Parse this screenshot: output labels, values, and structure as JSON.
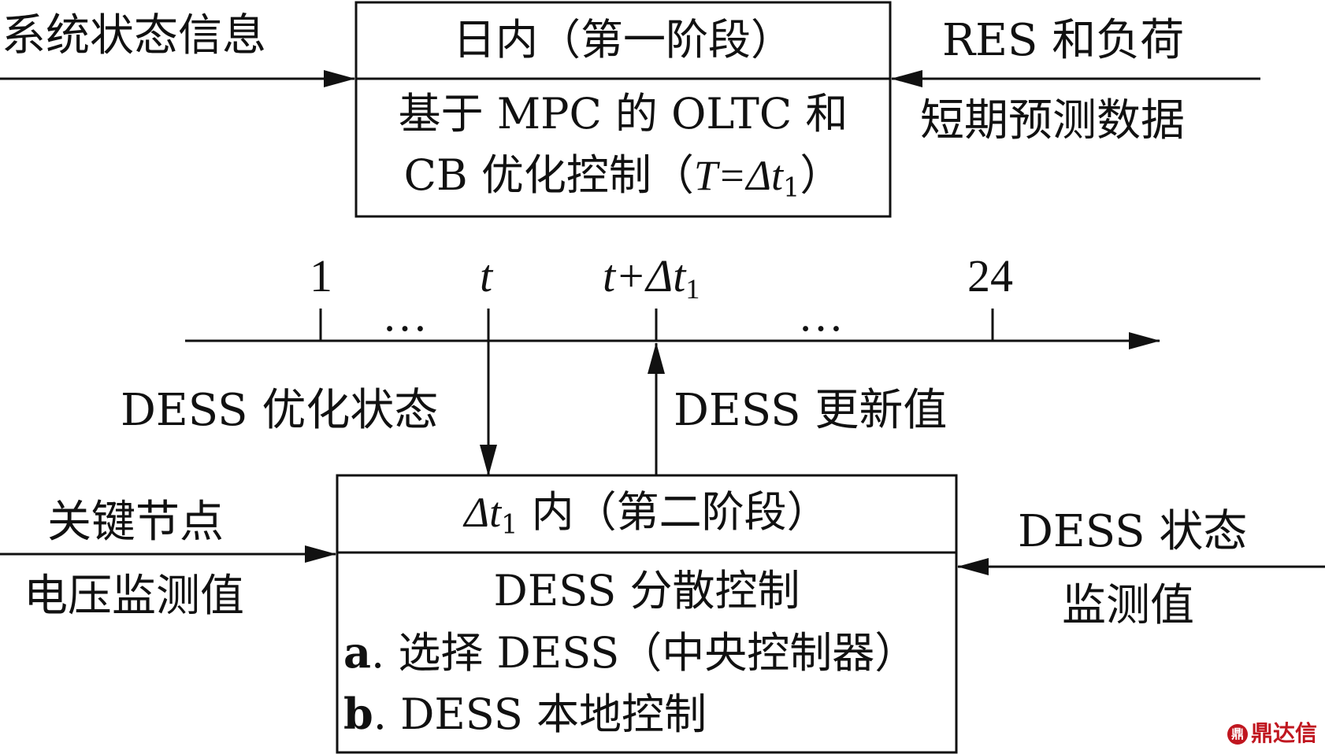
{
  "top_box": {
    "title": "日内（第一阶段）",
    "line1": "基于 MPC 的 OLTC 和",
    "line2_prefix": "CB 优化控制（",
    "line2_formula": "T=Δt",
    "line2_sub": "1",
    "line2_suffix": "）"
  },
  "top_left_input": "系统状态信息",
  "top_right_input": {
    "line1": "RES 和负荷",
    "line2": "短期预测数据"
  },
  "timeline": {
    "tick1": "1",
    "dots1": "…",
    "tick_t": "t",
    "tick_tdt_main": "t+Δt",
    "tick_tdt_sub": "1",
    "dots2": "…",
    "tick24": "24"
  },
  "down_arrow_label": "DESS 优化状态",
  "up_arrow_label": "DESS 更新值",
  "bottom_box": {
    "title_main": "Δt",
    "title_sub": "1",
    "title_suffix": " 内（第二阶段）",
    "line1": "DESS 分散控制",
    "item_a_marker": "a",
    "item_a_text": ". 选择 DESS（中央控制器）",
    "item_b_marker": "b",
    "item_b_text": ". DESS 本地控制"
  },
  "bottom_left_input": {
    "line1": "关键节点",
    "line2": "电压监测值"
  },
  "bottom_right_input": {
    "line1": "DESS 状态",
    "line2": "监测值"
  },
  "watermark": "鼎达信",
  "watermark_logo": "鼎"
}
